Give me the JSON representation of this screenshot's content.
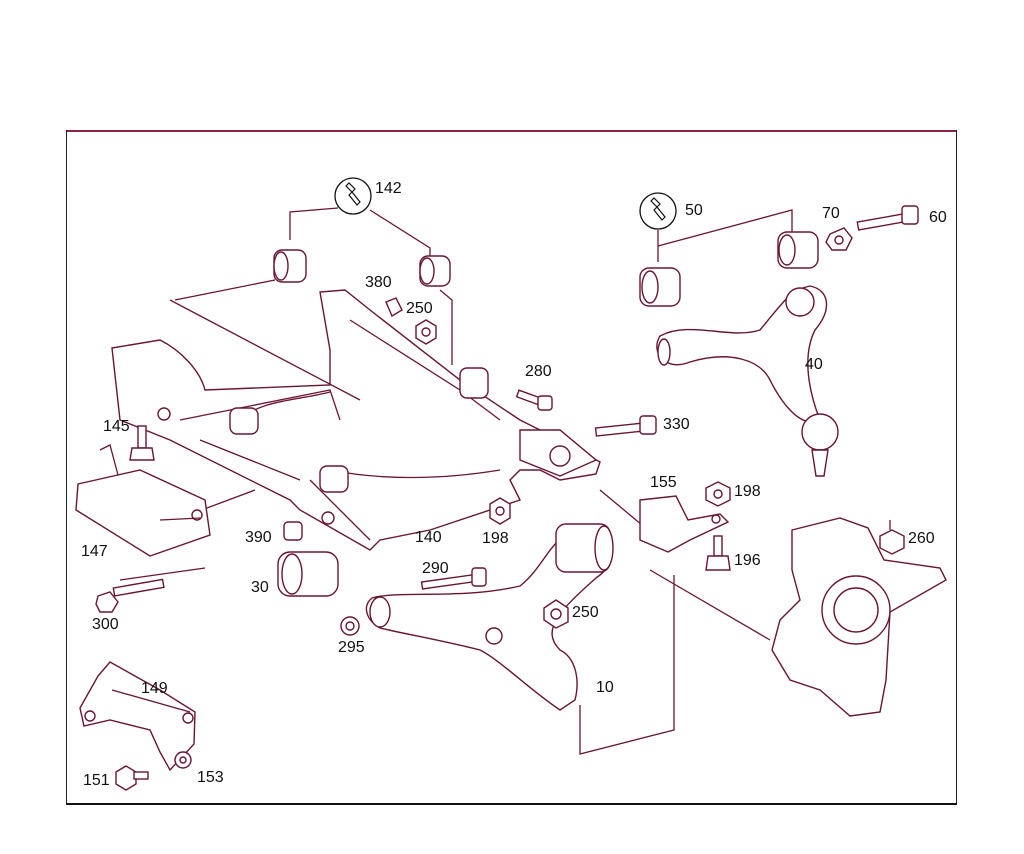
{
  "diagram": {
    "callouts": [
      {
        "id": "c142",
        "text": "142"
      },
      {
        "id": "c50",
        "text": "50"
      },
      {
        "id": "c70",
        "text": "70"
      },
      {
        "id": "c60",
        "text": "60"
      },
      {
        "id": "c380",
        "text": "380"
      },
      {
        "id": "c250a",
        "text": "250"
      },
      {
        "id": "c280",
        "text": "280"
      },
      {
        "id": "c40",
        "text": "40"
      },
      {
        "id": "c330",
        "text": "330"
      },
      {
        "id": "c145",
        "text": "145"
      },
      {
        "id": "c155",
        "text": "155"
      },
      {
        "id": "c198a",
        "text": "198"
      },
      {
        "id": "c147",
        "text": "147"
      },
      {
        "id": "c390",
        "text": "390"
      },
      {
        "id": "c140",
        "text": "140"
      },
      {
        "id": "c198b",
        "text": "198"
      },
      {
        "id": "c196",
        "text": "196"
      },
      {
        "id": "c260",
        "text": "260"
      },
      {
        "id": "c290",
        "text": "290"
      },
      {
        "id": "c30",
        "text": "30"
      },
      {
        "id": "c250b",
        "text": "250"
      },
      {
        "id": "c300",
        "text": "300"
      },
      {
        "id": "c295",
        "text": "295"
      },
      {
        "id": "c10",
        "text": "10"
      },
      {
        "id": "c149",
        "text": "149"
      },
      {
        "id": "c151",
        "text": "151"
      },
      {
        "id": "c153",
        "text": "153"
      }
    ],
    "icons": {
      "wrench": "wrench-icon"
    },
    "colors": {
      "line": "#6b1530",
      "frame": "#8a2340",
      "text": "#111111"
    }
  }
}
